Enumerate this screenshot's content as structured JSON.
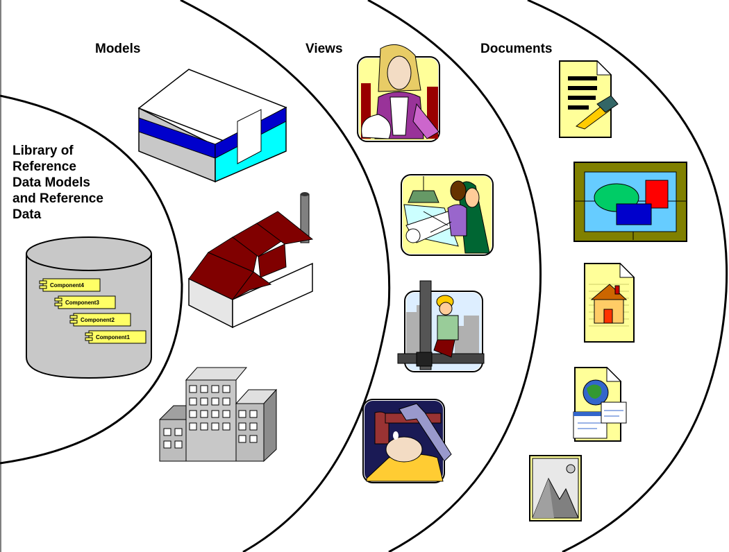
{
  "rings": {
    "models_label": "Models",
    "views_label": "Views",
    "documents_label": "Documents",
    "library_label_lines": [
      "Library of",
      "Reference",
      "Data Models",
      "and Reference",
      "Data"
    ]
  },
  "library_components": [
    "Component4",
    "Component3",
    "Component2",
    "Component1"
  ],
  "models": [
    {
      "icon": "storage-block-icon"
    },
    {
      "icon": "factory-icon"
    },
    {
      "icon": "office-building-icon"
    }
  ],
  "views": [
    {
      "icon": "manager-person-icon"
    },
    {
      "icon": "architect-drafting-icon"
    },
    {
      "icon": "construction-worker-icon"
    },
    {
      "icon": "plumber-wrench-icon"
    }
  ],
  "documents": [
    {
      "icon": "signed-document-icon"
    },
    {
      "icon": "framed-diagram-icon"
    },
    {
      "icon": "house-document-icon"
    },
    {
      "icon": "web-document-icon"
    },
    {
      "icon": "landscape-picture-icon"
    }
  ],
  "colors": {
    "outline": "#000000",
    "blue_band": "#0000cc",
    "cyan": "#00ffff",
    "factory_roof": "#800000",
    "frame_olive": "#808000",
    "document_yellow": "#ffff99"
  }
}
